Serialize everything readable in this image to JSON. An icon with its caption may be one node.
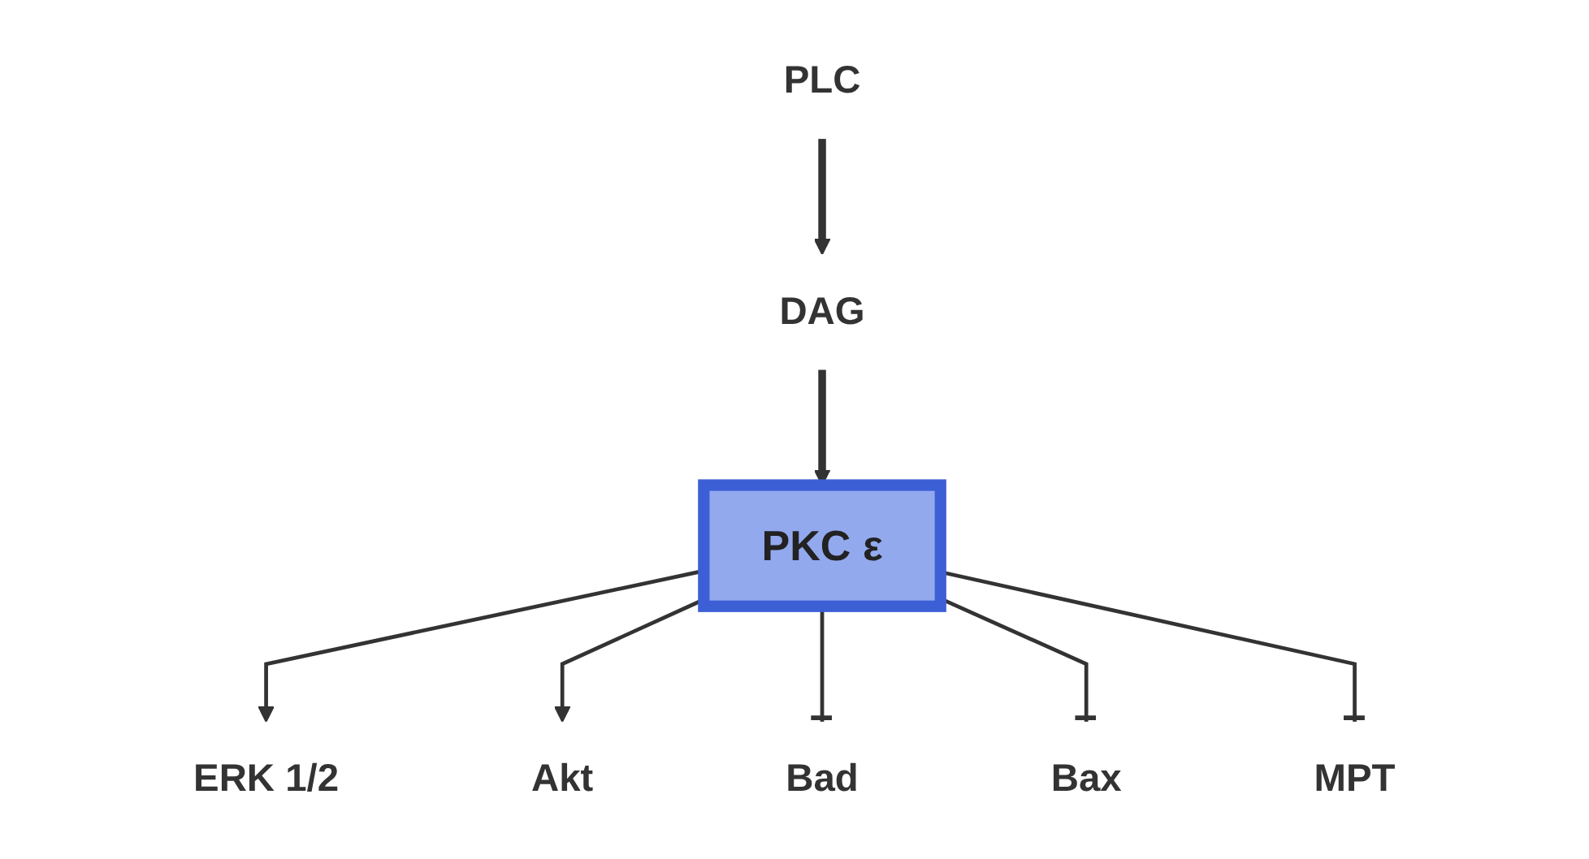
{
  "diagram": {
    "nodes": [
      {
        "text": [
          "PLC"
        ]
      },
      {
        "text": [
          "DAG"
        ]
      },
      {
        "text": [
          "PKC ε"
        ]
      },
      {
        "text": [
          "ERK 1/2"
        ]
      },
      {
        "text": [
          "Akt"
        ]
      },
      {
        "text": [
          "Bad"
        ]
      },
      {
        "text": [
          "Bax"
        ]
      },
      {
        "text": [
          "MPT"
        ]
      }
    ],
    "edges": [
      {
        "from": 0,
        "to": 1,
        "arrow": "to",
        "style": "thick"
      },
      {
        "from": 1,
        "to": 2,
        "arrow": "to",
        "style": "thick"
      },
      {
        "from": 2,
        "to": 3,
        "arrow": "to"
      },
      {
        "from": 2,
        "to": 4,
        "arrow": "to"
      },
      {
        "from": 2,
        "to": 5,
        "arrow": "other"
      },
      {
        "from": 2,
        "to": 6,
        "arrow": "other"
      },
      {
        "from": 2,
        "to": 7,
        "arrow": "other"
      }
    ]
  }
}
